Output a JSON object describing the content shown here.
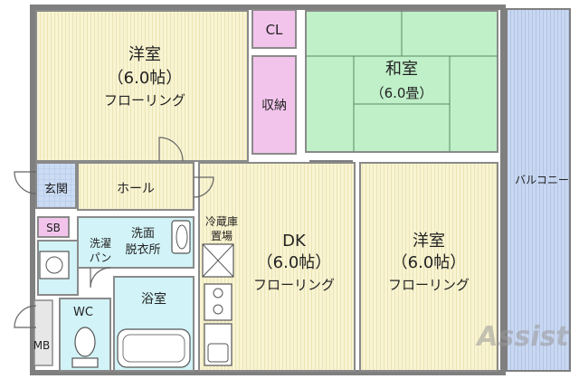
{
  "rooms": {
    "western_top": {
      "name": "洋室",
      "size": "（6.0帖）",
      "floor": "フローリング"
    },
    "japanese": {
      "name": "和室",
      "size": "（6.0畳）"
    },
    "dk": {
      "name": "DK",
      "size": "（6.0帖）",
      "floor": "フローリング"
    },
    "western_right": {
      "name": "洋室",
      "size": "（6.0帖）",
      "floor": "フローリング"
    },
    "cl": "CL",
    "storage": "収納",
    "entrance": "玄関",
    "hall": "ホール",
    "sb": "SB",
    "washroom": {
      "line1": "洗面",
      "line2": "脱衣所"
    },
    "laundry": {
      "line1": "洗濯",
      "line2": "パン"
    },
    "fridge": {
      "line1": "冷蔵庫",
      "line2": "置場"
    },
    "bath": "浴室",
    "wc": "WC",
    "mb": "MB",
    "balcony": "バルコニー"
  },
  "watermark": "Assist",
  "colors": {
    "wall": "#8a8a8a",
    "floor_yellow": "#f7f2cc",
    "tatami_green": "#b9eec4",
    "closet_pink": "#f2c4ec",
    "wet_cyan": "#cdf1f6",
    "balcony_blue": "#c7d6f0",
    "tile_blue": "#c8d8f2"
  }
}
